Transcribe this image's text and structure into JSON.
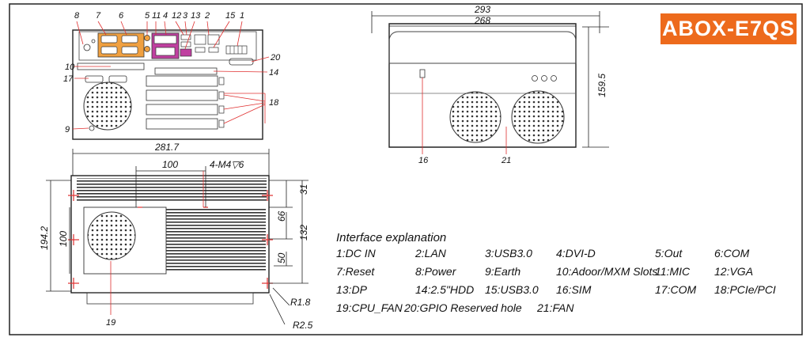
{
  "model": "ABOX-E7QS",
  "colors": {
    "accent": "#ed6a1c",
    "port_orange": "#f0a040",
    "port_magenta": "#c040a0",
    "line": "#222222"
  },
  "front_view": {
    "callouts_top": [
      "8",
      "7",
      "6",
      "5",
      "11",
      "4",
      "12",
      "3",
      "13",
      "2",
      "15",
      "1"
    ],
    "callouts_side": [
      "10",
      "17",
      "9",
      "20",
      "14",
      "18"
    ]
  },
  "side_view": {
    "width_outer": "293",
    "width_inner": "268",
    "height": "159.5",
    "callout_sim": "16",
    "callout_fan": "21"
  },
  "top_view": {
    "width": "281.7",
    "fan_offset": "100",
    "screw": "4-M4▽6",
    "depth": "194.2",
    "left_inner": "100",
    "dim_31": "31",
    "dim_66": "66",
    "dim_132": "132",
    "dim_50": "50",
    "radius_1": "R1.8",
    "radius_2": "R2.5",
    "callout_cpu_fan": "19"
  },
  "interface": {
    "title": "Interface explanation",
    "items": [
      "1:DC IN",
      "2:LAN",
      "3:USB3.0",
      "4:DVI-D",
      "5:Out",
      "6:COM",
      "7:Reset",
      "8:Power",
      "9:Earth",
      "10:Adoor/MXM Slots",
      "11:MIC",
      "12:VGA",
      "13:DP",
      "14:2.5\"HDD",
      "15:USB3.0",
      "16:SIM",
      "17:COM",
      "18:PCIe/PCI",
      "19:CPU_FAN",
      "20:GPIO  Reserved hole",
      "21:FAN"
    ]
  }
}
